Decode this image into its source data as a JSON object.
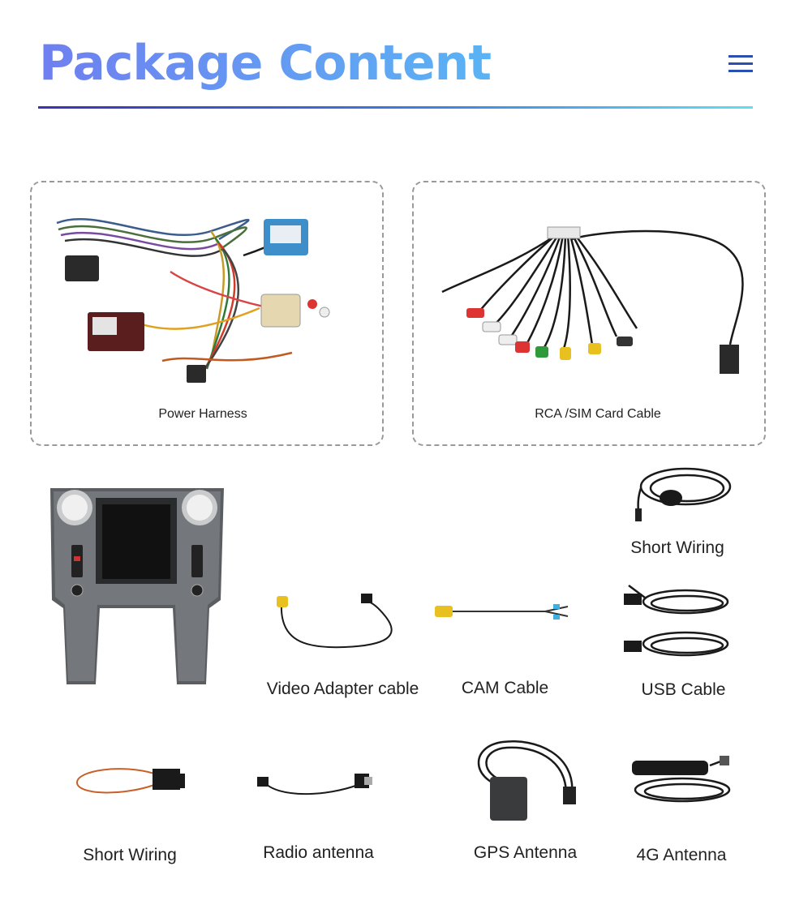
{
  "header": {
    "title": "Package Content",
    "menu_icon": "hamburger-menu-icon",
    "accent_gradient": [
      "#6f7ff0",
      "#5ab3f4"
    ],
    "rule_gradient": [
      "#3b2fb6",
      "#3d7fe6",
      "#5de0f2"
    ]
  },
  "items": {
    "power_harness": "Power Harness",
    "rca_sim_cable": "RCA /SIM Card Cable",
    "short_wiring_top": "Short Wiring",
    "video_adapter_cable": "Video Adapter cable",
    "cam_cable": "CAM Cable",
    "usb_cable": "USB Cable",
    "short_wiring_bottom": "Short Wiring",
    "radio_antenna": "Radio antenna",
    "gps_antenna": "GPS Antenna",
    "antenna_4g": "4G Antenna"
  }
}
